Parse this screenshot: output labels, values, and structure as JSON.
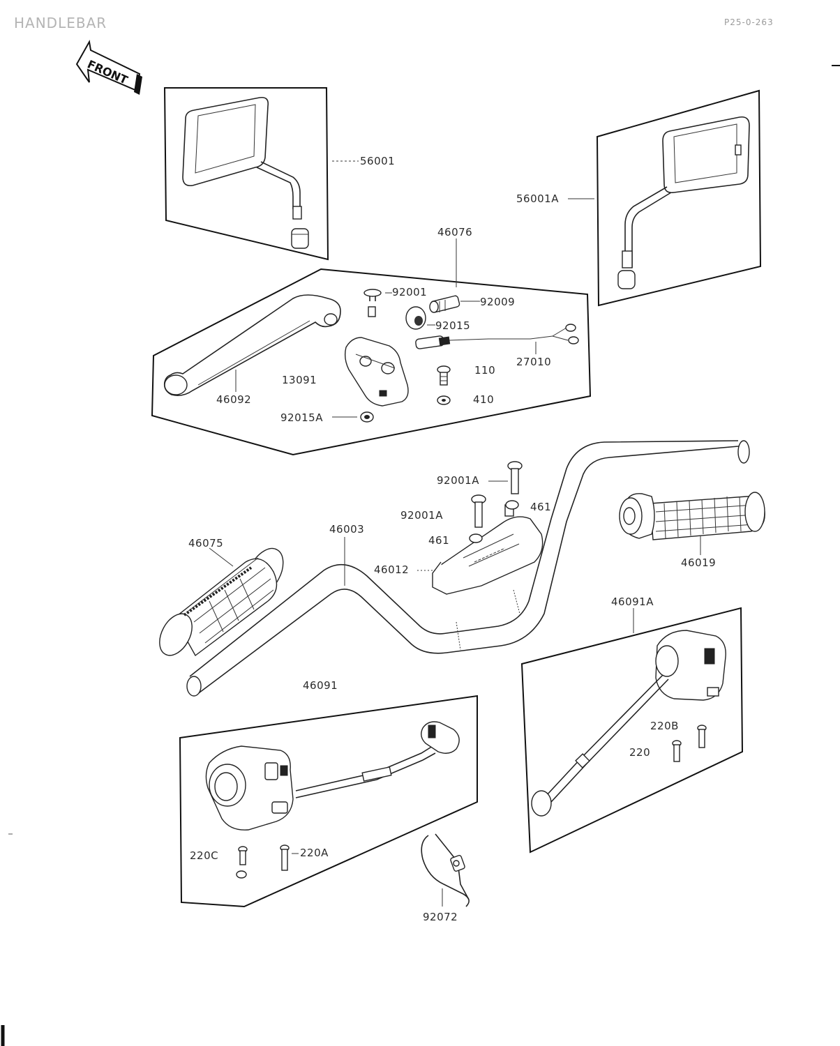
{
  "header": {
    "title": "HANDLEBAR",
    "diagram_code": "P25-0-263"
  },
  "front_sign": "FRONT",
  "parts": {
    "p56001": "56001",
    "p56001A": "56001A",
    "p46076": "46076",
    "p92001": "92001",
    "p92009": "92009",
    "p92015": "92015",
    "p27010": "27010",
    "p110": "110",
    "p410": "410",
    "p13091": "13091",
    "p46092": "46092",
    "p92015A": "92015A",
    "p92001A_1": "92001A",
    "p92001A_2": "92001A",
    "p461_1": "461",
    "p461_2": "461",
    "p46003": "46003",
    "p46012": "46012",
    "p46075": "46075",
    "p46019": "46019",
    "p46091": "46091",
    "p46091A": "46091A",
    "p220B": "220B",
    "p220": "220",
    "p220C": "220C",
    "p220A": "220A",
    "p92072": "92072"
  }
}
